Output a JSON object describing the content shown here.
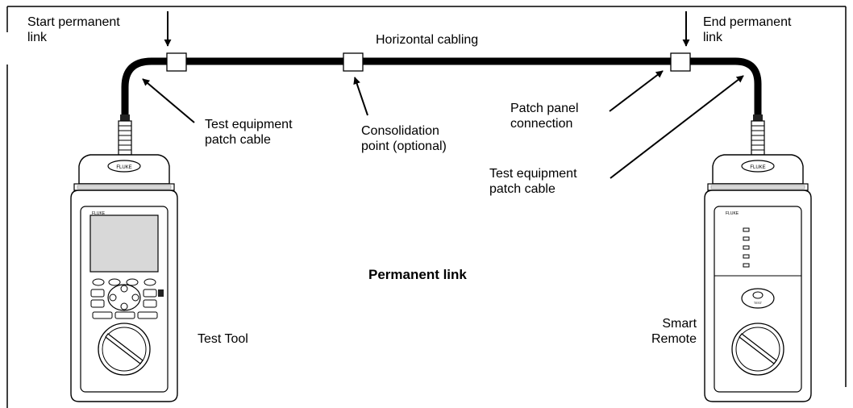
{
  "labels": {
    "start_link": "Start permanent\nlink",
    "end_link": "End permanent\nlink",
    "horizontal": "Horizontal cabling",
    "test_patch_left": "Test equipment\npatch cable",
    "consolidation": "Consolidation\npoint (optional)",
    "patch_panel": "Patch panel\nconnection",
    "test_patch_right": "Test equipment\npatch cable",
    "permanent_link": "Permanent link",
    "test_tool": "Test Tool",
    "smart_remote": "Smart\nRemote"
  },
  "device": {
    "brand": "FLUKE",
    "remote_button": "TEST"
  }
}
